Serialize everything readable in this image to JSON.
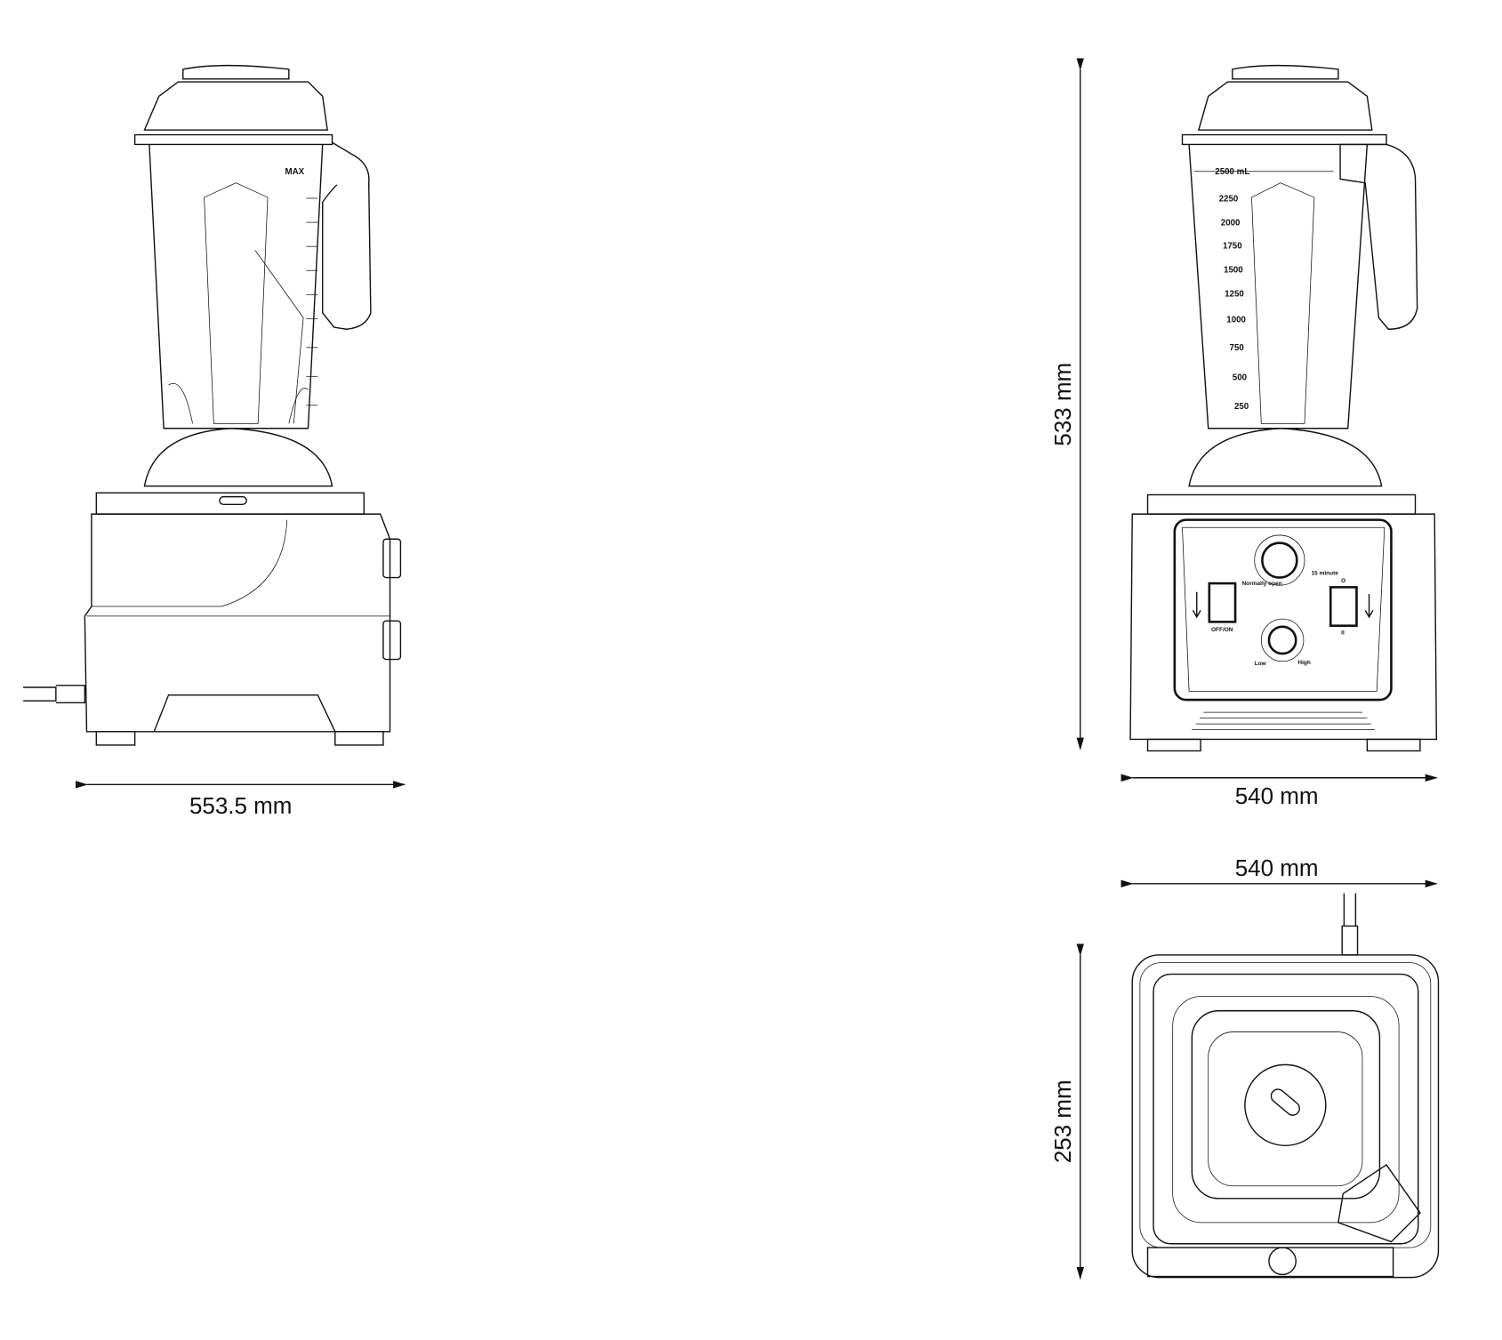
{
  "dimensions": {
    "side_width": "553.5 mm",
    "front_width": "540 mm",
    "front_height": "533 mm",
    "top_width": "540 mm",
    "top_depth": "253 mm"
  },
  "side_view": {
    "max_label": "MAX"
  },
  "front_view": {
    "graduations": [
      "2500 mL",
      "2250",
      "2000",
      "1750",
      "1500",
      "1250",
      "1000",
      "750",
      "500",
      "250"
    ],
    "panel": {
      "power_switch": "OFF/ON",
      "mode_on": "O",
      "mode_off": "II",
      "speed_low": "Low",
      "speed_high": "High",
      "timer_normally_open": "Normally open",
      "timer_max": "15 minute"
    }
  }
}
